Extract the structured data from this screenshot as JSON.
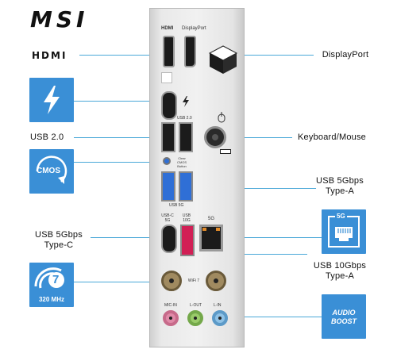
{
  "brand": {
    "logo_text": "MSI"
  },
  "hdmi_logo": {
    "text": "HDMI"
  },
  "labels": {
    "displayport": "DisplayPort",
    "usb20": "USB 2.0",
    "keyboard_mouse": "Keyboard/Mouse",
    "usb5_typea_line1": "USB 5Gbps",
    "usb5_typea_line2": "Type-A",
    "usb5_typec_line1": "USB 5Gbps",
    "usb5_typec_line2": "Type-C",
    "usb10_typea_line1": "USB 10Gbps",
    "usb10_typea_line2": "Type-A"
  },
  "badges": {
    "cmos": "CMOS",
    "wifi_band": "320 MHz",
    "wifi_gen": "7",
    "lan_speed": "5G",
    "audio_line1": "AUDIO",
    "audio_line2": "BOOST"
  },
  "panel_text": {
    "hdmi": "HDMI",
    "displayport": "DisplayPort",
    "usb20": "USB 2.0",
    "clear_cmos": "Clear CMOS Button",
    "usb5g": "USB 5G",
    "usbc_5g_line1": "USB-C",
    "usbc_5g_line2": "5G",
    "usb_10g_line1": "USB",
    "usb_10g_line2": "10G",
    "lan_5g": "5G",
    "wifi": "WiFi 7",
    "mic_in": "MIC-IN",
    "l_out": "L-OUT",
    "l_in": "L-IN"
  },
  "colors": {
    "accent_blue": "#3a8fd6",
    "usb_blue": "#2f6fd6",
    "usb_red": "#d11f55"
  }
}
